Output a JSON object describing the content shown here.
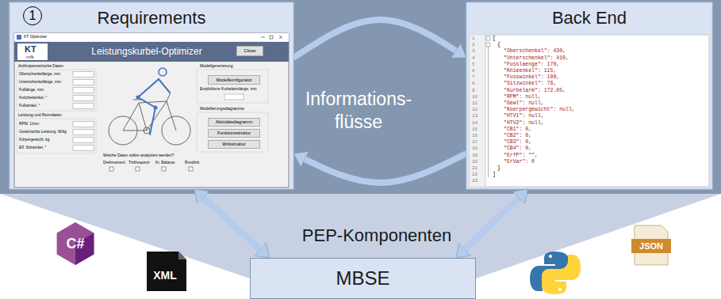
{
  "diagram": {
    "nodes": [
      {
        "text": [
          "Requirements"
        ]
      },
      {
        "text": [
          "1"
        ],
        "in": 0
      },
      {
        "text": [
          "Close"
        ],
        "in": 0
      },
      {
        "text": [
          "Modellkonfigurator"
        ],
        "in": 0
      },
      {
        "text": [
          "Aktivitätsdiagramm"
        ],
        "in": 0
      },
      {
        "text": [
          "Funktionsstruktur"
        ],
        "in": 0
      },
      {
        "text": [
          "Wirkstruktur"
        ],
        "in": 0
      },
      {
        "text": [
          "Back End"
        ]
      },
      {
        "text": [
          "MBSE"
        ]
      }
    ],
    "edges": [
      {
        "from": 0,
        "to": 7,
        "arrow": "to"
      },
      {
        "from": 7,
        "to": 0,
        "arrow": "to"
      },
      {
        "from": 8,
        "to": 0,
        "arrow": "both"
      },
      {
        "from": 8,
        "to": 7,
        "arrow": "both"
      }
    ],
    "labels": [
      "Informations- flüsse",
      "PEP-Komponenten",
      "C#",
      "XML",
      "JSON",
      "KT Optimizer",
      "KT",
      "mfk",
      "Leistungskurbel-Optimizer",
      "Anthropometrische Daten",
      "Oberschenkellänge, mm",
      "Unterschenkellänge, mm",
      "Fußlänge, mm",
      "Knöchelwinkel, °",
      "Fußwinkel, °",
      "Leistung und Renndaten",
      "RPM, 1/min",
      "Gewünschte Leistung, W/kg",
      "Körpergewicht, kg",
      "Eff. Sitzwinkel, °",
      "Modellgenerierung",
      "Empfohlene Kurbelarmlänge, mm",
      "Modellierungsdiagramme",
      "Welche Daten sollen analysiert werden?",
      "Drehmoment",
      "Trittfrequenz",
      "Kr. Balance",
      "Rundtritt",
      "1",
      "2",
      "3",
      "4",
      "5",
      "6",
      "7",
      "8",
      "9",
      "10",
      "11",
      "12",
      "13",
      "14",
      "15",
      "16",
      "17",
      "18",
      "19",
      "20",
      "21",
      "22",
      "23",
      "[",
      "{",
      "\"Oberschenkel\": 430,",
      "\"Unterschenkel\": 410,",
      "\"Fusslaenge\": 170,",
      "\"Knieenkel\": 115,",
      "\"Fusswinkel\": 100,",
      "\"Sitzwinkel\": 76,",
      "\"Kurbelarm\": 172.05,",
      "\"RPM\": null,",
      "\"Gewl\": null,",
      "\"Koerpergewicht\": null,",
      "\"HTV1\": null,",
      "\"HTV2\": null,",
      "\"CB1\": 0,",
      "\"CB2\": 0,",
      "\"CB3\": 0,",
      "\"CB4\": 0,",
      "\"ErfP\": \"\",",
      "\"ErVar\": 0",
      "}",
      "]"
    ]
  }
}
